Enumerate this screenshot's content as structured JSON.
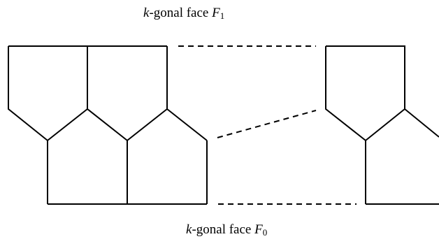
{
  "labels": {
    "top": {
      "var": "k",
      "text": "-gonal face ",
      "face": "F",
      "sub": "1"
    },
    "bottom": {
      "var": "k",
      "text": "-gonal face ",
      "face": "F",
      "sub": "0"
    }
  },
  "colors": {
    "stroke": "#000000",
    "background": "#ffffff"
  }
}
